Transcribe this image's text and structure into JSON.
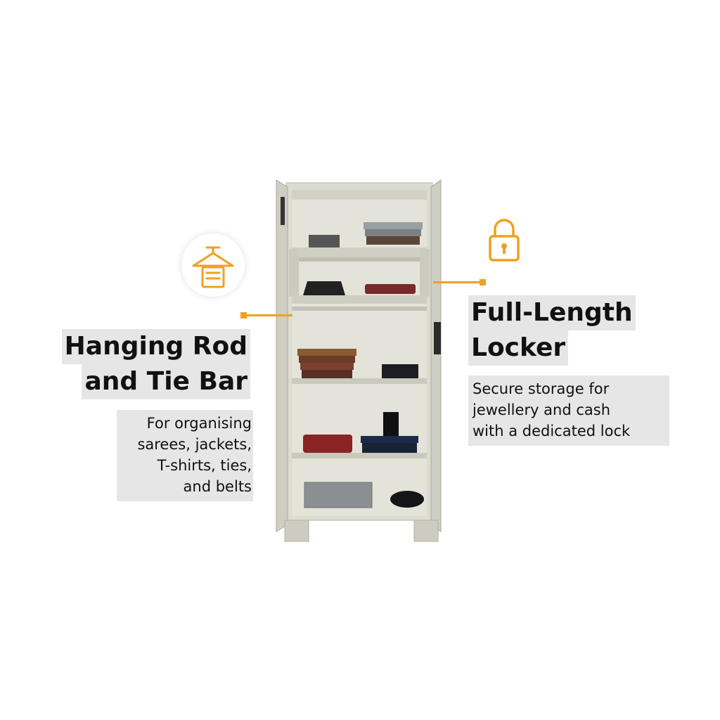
{
  "left_feature": {
    "icon": "hanger-shirt-icon",
    "title_line1": "Hanging Rod",
    "title_line2": "and Tie Bar",
    "desc_line1": "For organising",
    "desc_line2": "sarees, jackets,",
    "desc_line3": "T-shirts, ties,",
    "desc_line4": "and belts"
  },
  "right_feature": {
    "icon": "padlock-icon",
    "title_line1": "Full-Length",
    "title_line2": "Locker",
    "desc_line1": "Secure storage for",
    "desc_line2": "jewellery and cash",
    "desc_line3": "with a dedicated lock"
  },
  "colors": {
    "accent": "#f0a020",
    "cabinet": "#d9d8cc",
    "highlight": "#e6e6e6"
  }
}
